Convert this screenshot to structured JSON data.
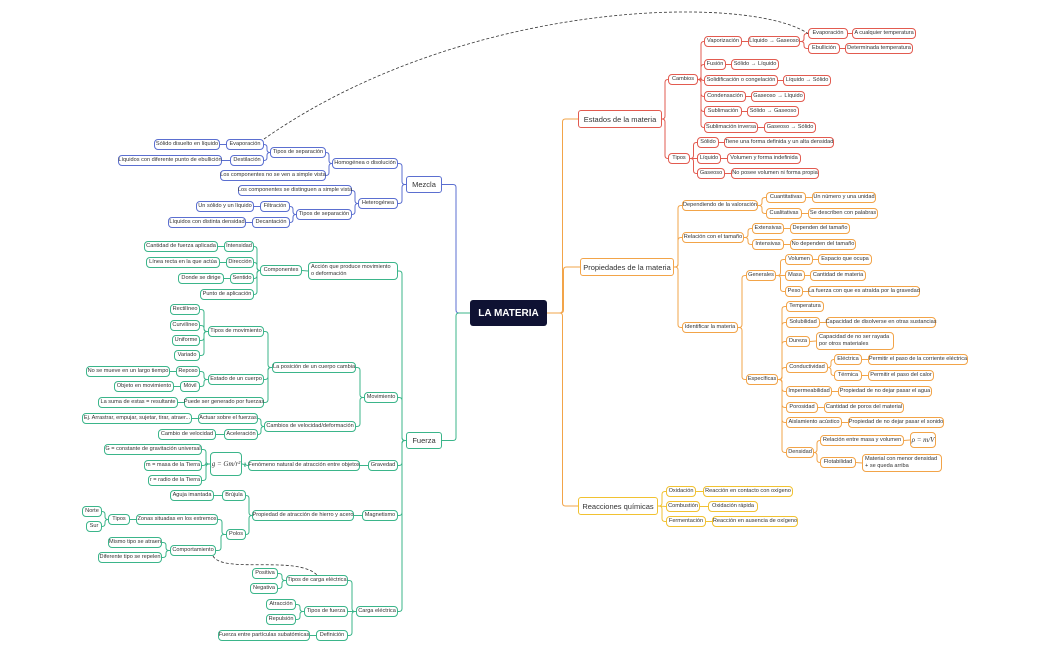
{
  "root": "LA MATERIA",
  "branches": {
    "estados": {
      "title": "Estados de la materia",
      "cambios": "Cambios",
      "vaporizacion": "Vaporización",
      "liquido_gaseoso": "Líquido → Gaseoso",
      "evaporacion": "Evaporación",
      "cualquier_temp": "A cualquier temperatura",
      "ebullicion": "Ebullición",
      "determinada_temp": "Determinada temperatura",
      "fusion": "Fusión",
      "solido_liquido": "Sólido → Líquido",
      "solidificacion": "Solidificación o congelación",
      "liquido_solido": "Líquido → Sólido",
      "condensacion": "Condensación",
      "gaseoso_liquido": "Gaseoso → Líquido",
      "sublimacion": "Sublimación",
      "solido_gaseoso": "Sólido → Gaseoso",
      "sublimacion_inversa": "Sublimación inversa",
      "gaseoso_solido": "Gaseoso → Sólido",
      "tipos": "Tipos",
      "solido": "Sólido",
      "solido_desc": "Tiene una forma definida y un alta densidad",
      "liquido": "Líquido",
      "liquido_desc": "Volumen y forma indefinida",
      "gaseoso": "Gaseoso",
      "gaseoso_desc": "No posee volumen ni forma propia"
    },
    "propiedades": {
      "title": "Propiedades de la materia",
      "dependiendo": "Dependiendo de la valoración",
      "cuantitativas": "Cuantitativas",
      "cuantitativas_desc": "Un número y una unidad",
      "cualitativas": "Cualitativas",
      "cualitativas_desc": "Se describen con palabras",
      "relacion_tamano": "Relación con el tamaño",
      "extensivas": "Extensivas",
      "extensivas_desc": "Dependen del tamaño",
      "intensivas": "Intensivas",
      "intensivas_desc": "No dependen del tamaño",
      "identificar": "Identificar la materia",
      "generales": "Generales",
      "volumen": "Volumen",
      "volumen_desc": "Espacio que ocupa",
      "masa": "Masa",
      "masa_desc": "Cantidad de materia",
      "peso": "Peso",
      "peso_desc": "La fuerza con que es atraída por la gravedad",
      "especificas": "Específicas",
      "temperatura": "Temperatura",
      "solubilidad": "Solubilidad",
      "solubilidad_desc": "Capacidad de disolverse en otras sustancias",
      "dureza": "Dureza",
      "dureza_desc": "Capacidad de no ser rayada por otros materiales",
      "conductividad": "Conductividad",
      "electrica": "Eléctrica",
      "electrica_desc": "Permitir el paso de la corriente eléctrica",
      "termica": "Térmica",
      "termica_desc": "Permitir el paso del calor",
      "impermeabilidad": "Impermeabilidad",
      "impermeabilidad_desc": "Propiedad de no dejar pasar el agua",
      "porosidad": "Porosidad",
      "porosidad_desc": "Cantidad de poros del material",
      "aislamiento": "Aislamiento acústico",
      "aislamiento_desc": "Propiedad de no dejar pasar el sonido",
      "densidad": "Densidad",
      "relacion_masa": "Relación entre masa y volumen",
      "densidad_formula": "ρ = m/V",
      "flotabilidad": "Flotabilidad",
      "flotabilidad_desc": "Material con menor densidad + se queda arriba"
    },
    "reacciones": {
      "title": "Reacciones químicas",
      "oxidacion": "Oxidación",
      "oxidacion_desc": "Reacción en contacto con oxígeno",
      "combustion": "Combustión",
      "combustion_desc": "Oxidación rápida",
      "fermentacion": "Fermentación",
      "fermentacion_desc": "Reacción en ausencia de oxígeno"
    },
    "mezcla": {
      "title": "Mezcla",
      "homogenea": "Homogénea o disolución",
      "tipos_sep1": "Tipos de separación",
      "evaporacion": "Evaporación",
      "evaporacion_desc": "Sólido disuelto en líquido",
      "destilacion": "Destilación",
      "destilacion_desc": "Líquidos con diferente punto de ebullición",
      "no_se_ven": "Los componentes no se ven a simple vista",
      "heterogenea": "Heterogénea",
      "se_distinguen": "Los componentes se distinguen a simple vista",
      "tipos_sep2": "Tipos de separación",
      "filtracion": "Filtración",
      "filtracion_desc": "Un sólido y un líquido",
      "decantacion": "Decantación",
      "decantacion_desc": "Líquidos con distinta densidad"
    },
    "fuerza": {
      "title": "Fuerza",
      "accion": "Acción que produce movimiento o deformación",
      "componentes": "Componentes",
      "intensidad": "Intensidad",
      "intensidad_desc": "Cantidad de fuerza aplicada",
      "direccion": "Dirección",
      "direccion_desc": "Línea recta en la que actúa",
      "sentido": "Sentido",
      "sentido_desc": "Donde se dirige",
      "punto_aplicacion": "Punto de aplicación",
      "movimiento": "Movimiento",
      "posicion": "La posición de un cuerpo cambia",
      "tipos_mov": "Tipos de movimiento",
      "rectilineo": "Rectilíneo",
      "curvilineo": "Curvilíneo",
      "uniforme": "Uniforme",
      "variado": "Variado",
      "estado_cuerpo": "Estado de un cuerpo",
      "reposo": "Reposo",
      "reposo_desc": "No se mueve en un largo tiempo",
      "movil": "Móvil",
      "movil_desc": "Objeto en movimiento",
      "generado": "Puede ser generado por fuerzas",
      "suma": "La suma de estas = resultante",
      "cambios_vel": "Cambios de velocidad/deformación",
      "actuar": "Actuar sobre el fuerzas",
      "ej": "Ej. Arrastrar, empujar, sujetar, tirar, atraer...",
      "aceleracion": "Aceleración",
      "cambio_vel": "Cambio de velocidad",
      "gravedad": "Gravedad",
      "fenomeno": "Fenómeno natural de atracción entre objetos",
      "formula": "g = Gm/r²",
      "g_const": "G = constante de gravitación universal",
      "m_masa": "m = masa de la Tierra",
      "r_radio": "r = radio de la Tierra",
      "magnetismo": "Magnetismo",
      "propiedad_atraccion": "Propiedad de atracción de hierro y acero",
      "brujula": "Brújula",
      "aguja": "Aguja imantada",
      "polos": "Polos",
      "tipos_polos": "Tipos",
      "zonas": "Zonas situadas en los extremos",
      "norte": "Norte",
      "sur": "Sur",
      "comportamiento": "Comportamiento",
      "mismo_tipo": "Mismo tipo se atraen",
      "diferente_tipo": "Diferente tipo se repelen",
      "carga": "Carga eléctrica",
      "tipos_carga": "Tipos de carga eléctrica",
      "positiva": "Positiva",
      "negativa": "Negativa",
      "tipos_fuerza": "Tipos de fuerza",
      "atraccion": "Atracción",
      "repulsion": "Repulsión",
      "definicion": "Definición",
      "definicion_desc": "Fuerza entre partículas subatómicas"
    }
  },
  "colors": {
    "estados": "#e25b50",
    "propiedades": "#f2a449",
    "reacciones": "#f1c232",
    "mezcla": "#5b6fd0",
    "fuerza": "#3bb58a",
    "root": "#0f1233"
  }
}
